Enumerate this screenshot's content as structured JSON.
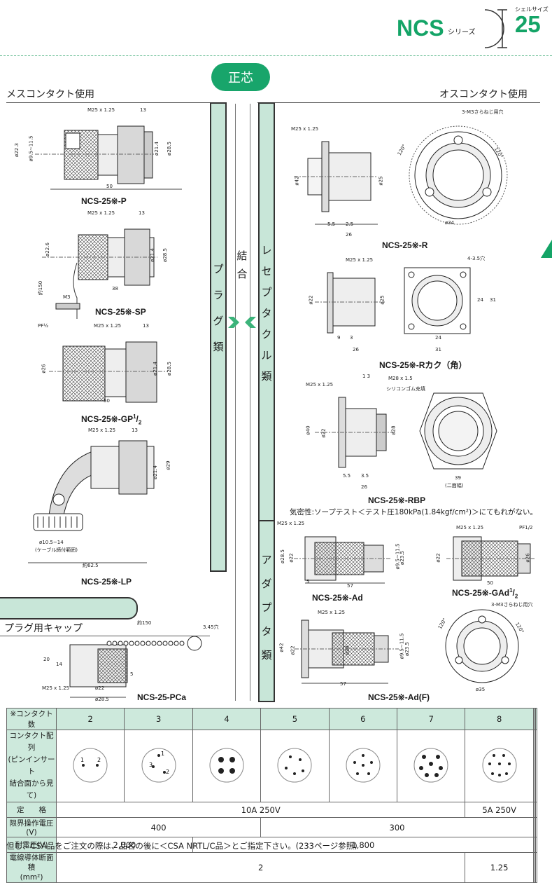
{
  "header": {
    "series_code": "NCS",
    "series_label": "シリーズ",
    "shell_label": "シェルサイズ",
    "shell_number": "25"
  },
  "pill": "正芯",
  "sections": {
    "left": "メスコンタクト使用",
    "right": "オスコンタクト使用",
    "cap": "プラグ用キャップ"
  },
  "vertical": {
    "plug": [
      "プ",
      "ラ",
      "グ",
      "類"
    ],
    "coupling": [
      "結",
      "合"
    ],
    "receptacle": [
      "レ",
      "セ",
      "プ",
      "タ",
      "ク",
      "ル",
      "類"
    ],
    "adapter": [
      "ア",
      "ダ",
      "プ",
      "タ",
      "類"
    ]
  },
  "parts": {
    "p": "NCS-25※-P",
    "sp": "NCS-25※-SP",
    "gp": "NCS-25※-GP",
    "gp_sup": "1",
    "gp_sub": "2",
    "lp": "NCS-25※-LP",
    "r": "NCS-25※-R",
    "rkaku": "NCS-25※-Rカク（角）",
    "rbp": "NCS-25※-RBP",
    "rbp_note": "気密性:ソープテスト＜テスト圧180kPa(1.84kgf/cm²)＞にてもれがない。",
    "ad": "NCS-25※-Ad",
    "gad": "NCS-25※-GAd",
    "gad_sup": "1",
    "gad_sub": "2",
    "adf": "NCS-25※-Ad(F)",
    "pca": "NCS-25-PCa"
  },
  "dims": {
    "m25": "M25 x 1.25",
    "m28": "M28 x 1.5",
    "d13": "13",
    "d50": "50",
    "d38": "38",
    "d57": "57",
    "d26": "26",
    "d31": "31",
    "d24": "24",
    "d34": "ø34",
    "d35": "ø35",
    "d22": "ø22",
    "d28_5": "ø28.5",
    "d21_4": "ø21.4",
    "d22_3": "ø22.3",
    "d22_6": "ø22.6",
    "d26d": "ø26",
    "d29": "ø29",
    "d25": "ø25",
    "d42": "ø42",
    "d40": "ø40",
    "d28": "ø28",
    "d23_5": "ø23.5",
    "d9_5": "ø9.5~11.5",
    "d150": "約150",
    "d62_5": "約62.5",
    "d10_5": "ø10.5~14",
    "cable": "(ケーブル締付範囲)",
    "holes3m3": "3-M3さらねじ用穴",
    "holes4": "4-3.5穴",
    "hole345": "3.45穴",
    "silicone": "シリコンゴム充填",
    "pf12": "PF1/2",
    "pf": "PF½",
    "m3": "M3",
    "d120": "120°",
    "d5_5": "5.5",
    "d2_5": "2.5",
    "d9": "9",
    "d3": "3",
    "d3_5": "3.5",
    "d1_3": "1  3",
    "d39": "39",
    "nimen": "(二面幅)",
    "d20": "20",
    "d14": "14",
    "d5": "5",
    "d150b": "約150"
  },
  "table": {
    "head_label": "※コンタクト数",
    "contacts": [
      "2",
      "3",
      "4",
      "5",
      "6",
      "7",
      "8",
      "",
      "",
      ""
    ],
    "row_layout": "コンタクト配列\n(ピンインサート\n結合面から見て)",
    "row_rating": "定　　格",
    "rating_10a": "10A 250V",
    "rating_5a": "5A 250V",
    "row_voltage": "限界操作電圧(V)",
    "voltage_400": "400",
    "voltage_300": "300",
    "row_withstand": "耐電圧(V)",
    "withstand_2000": "2,000",
    "withstand_1800": "1,800",
    "row_area": "電線導体断面積\n(mm²)",
    "area_2": "2",
    "area_125": "1.25"
  },
  "footer": "但し、CSA品をご注文の際は、品名の後に＜CSA NRTL/C品＞とご指定下さい。(233ページ参照)",
  "colors": {
    "brand_green": "#14a467",
    "panel_green": "#c8e6d8"
  }
}
